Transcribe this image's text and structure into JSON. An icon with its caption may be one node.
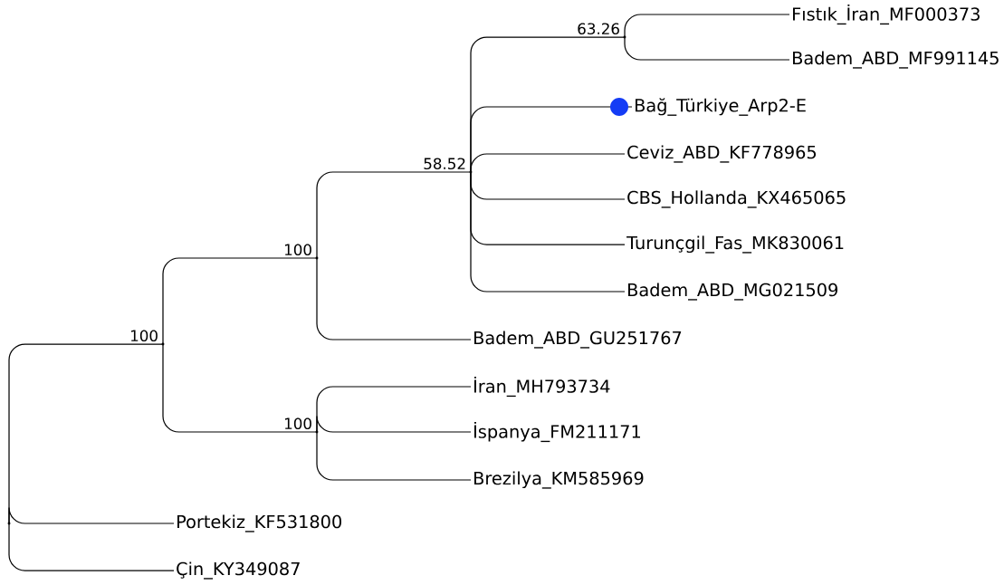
{
  "diagram": {
    "nodes": [
      {
        "text": [],
        "shape": "point"
      },
      {
        "text": [],
        "shape": "point",
        "beside": [
          "100"
        ]
      },
      {
        "text": [],
        "shape": "point",
        "beside": [
          "100"
        ]
      },
      {
        "text": [],
        "shape": "point",
        "beside": [
          "58.52"
        ]
      },
      {
        "text": [],
        "shape": "point",
        "beside": [
          "63.26"
        ]
      },
      {
        "text": [
          "Fıstık_İran_MF000373"
        ]
      },
      {
        "text": [
          "Badem_ABD_MF991145"
        ]
      },
      {
        "text": [
          "Bağ_Türkiye_Arp2-E"
        ]
      },
      {
        "text": [
          "Ceviz_ABD_KF778965"
        ]
      },
      {
        "text": [
          "CBS_Hollanda_KX465065"
        ]
      },
      {
        "text": [
          "Turunçgil_Fas_MK830061"
        ]
      },
      {
        "text": [
          "Badem_ABD_MG021509"
        ]
      },
      {
        "text": [
          "Badem_ABD_GU251767"
        ]
      },
      {
        "text": [],
        "shape": "point",
        "beside": [
          "100"
        ]
      },
      {
        "text": [
          "İran_MH793734"
        ]
      },
      {
        "text": [
          "İspanya_FM211171"
        ]
      },
      {
        "text": [
          "Brezilya_KM585969"
        ]
      },
      {
        "text": [
          "Portekiz_KF531800"
        ]
      },
      {
        "text": [
          "Çin_KY349087"
        ]
      }
    ],
    "edges": [
      {
        "from": 0,
        "to": 1,
        "arrow": "none"
      },
      {
        "from": 1,
        "to": 2,
        "arrow": "none"
      },
      {
        "from": 2,
        "to": 3,
        "arrow": "none"
      },
      {
        "from": 3,
        "to": 4,
        "arrow": "none"
      },
      {
        "from": 4,
        "to": 5,
        "arrow": "none"
      },
      {
        "from": 4,
        "to": 6,
        "arrow": "none"
      },
      {
        "from": 3,
        "to": 7,
        "arrow": "none"
      },
      {
        "from": 3,
        "to": 8,
        "arrow": "none"
      },
      {
        "from": 3,
        "to": 9,
        "arrow": "none"
      },
      {
        "from": 3,
        "to": 10,
        "arrow": "none"
      },
      {
        "from": 3,
        "to": 11,
        "arrow": "none"
      },
      {
        "from": 2,
        "to": 12,
        "arrow": "none"
      },
      {
        "from": 1,
        "to": 13,
        "arrow": "none"
      },
      {
        "from": 13,
        "to": 14,
        "arrow": "none"
      },
      {
        "from": 13,
        "to": 15,
        "arrow": "none"
      },
      {
        "from": 13,
        "to": 16,
        "arrow": "none"
      },
      {
        "from": 0,
        "to": 17,
        "arrow": "none"
      },
      {
        "from": 0,
        "to": 18,
        "arrow": "none"
      }
    ]
  }
}
